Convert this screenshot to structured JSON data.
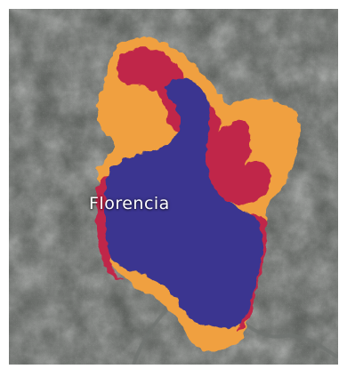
{
  "map": {
    "place_label": "Florencia",
    "zones": [
      {
        "name": "orange",
        "color": "#f0a040"
      },
      {
        "name": "red",
        "color": "#c0284a"
      },
      {
        "name": "blue",
        "color": "#3a3690"
      }
    ],
    "background": "satellite-imagery"
  }
}
